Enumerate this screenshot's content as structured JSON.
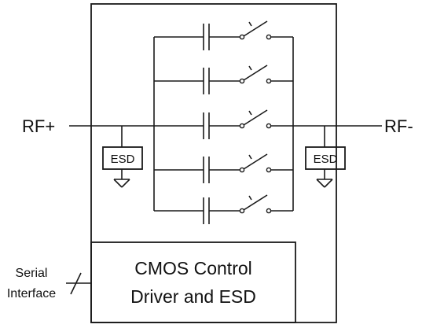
{
  "pins": {
    "rf_plus": "RF+",
    "rf_minus": "RF-"
  },
  "esd_label": "ESD",
  "control_block": {
    "line1": "CMOS Control",
    "line2": "Driver and ESD"
  },
  "serial": {
    "line1": "Serial",
    "line2": "Interface"
  },
  "branches": [
    {
      "capacitor": "capacitor",
      "switch": "switch"
    },
    {
      "capacitor": "capacitor",
      "switch": "switch"
    },
    {
      "capacitor": "capacitor",
      "switch": "switch"
    },
    {
      "capacitor": "capacitor",
      "switch": "switch"
    },
    {
      "capacitor": "capacitor",
      "switch": "switch"
    }
  ],
  "colors": {
    "line": "#1a1a1a",
    "text": "#111111",
    "background": "#ffffff"
  }
}
